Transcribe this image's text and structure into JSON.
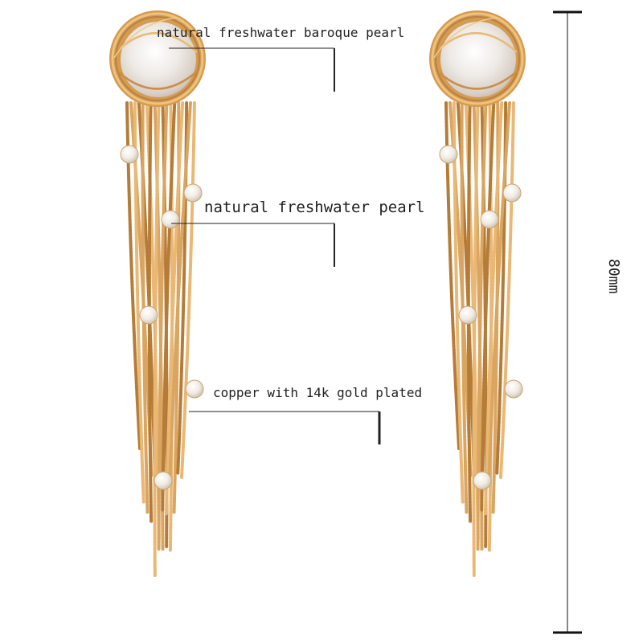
{
  "annotations": {
    "baroque_pearl": "natural freshwater baroque pearl",
    "freshwater_pearl": "natural freshwater pearl",
    "material": "copper with 14k gold plated",
    "length": "80mm"
  },
  "colors": {
    "gold_light": "#e8b872",
    "gold_mid": "#d29a55",
    "gold_dark": "#a8702f",
    "pearl": "#f3efe9",
    "pearl_shade": "#d9cdbd",
    "line": "#222222"
  },
  "icons": [
    "dimension-bar-icon"
  ]
}
